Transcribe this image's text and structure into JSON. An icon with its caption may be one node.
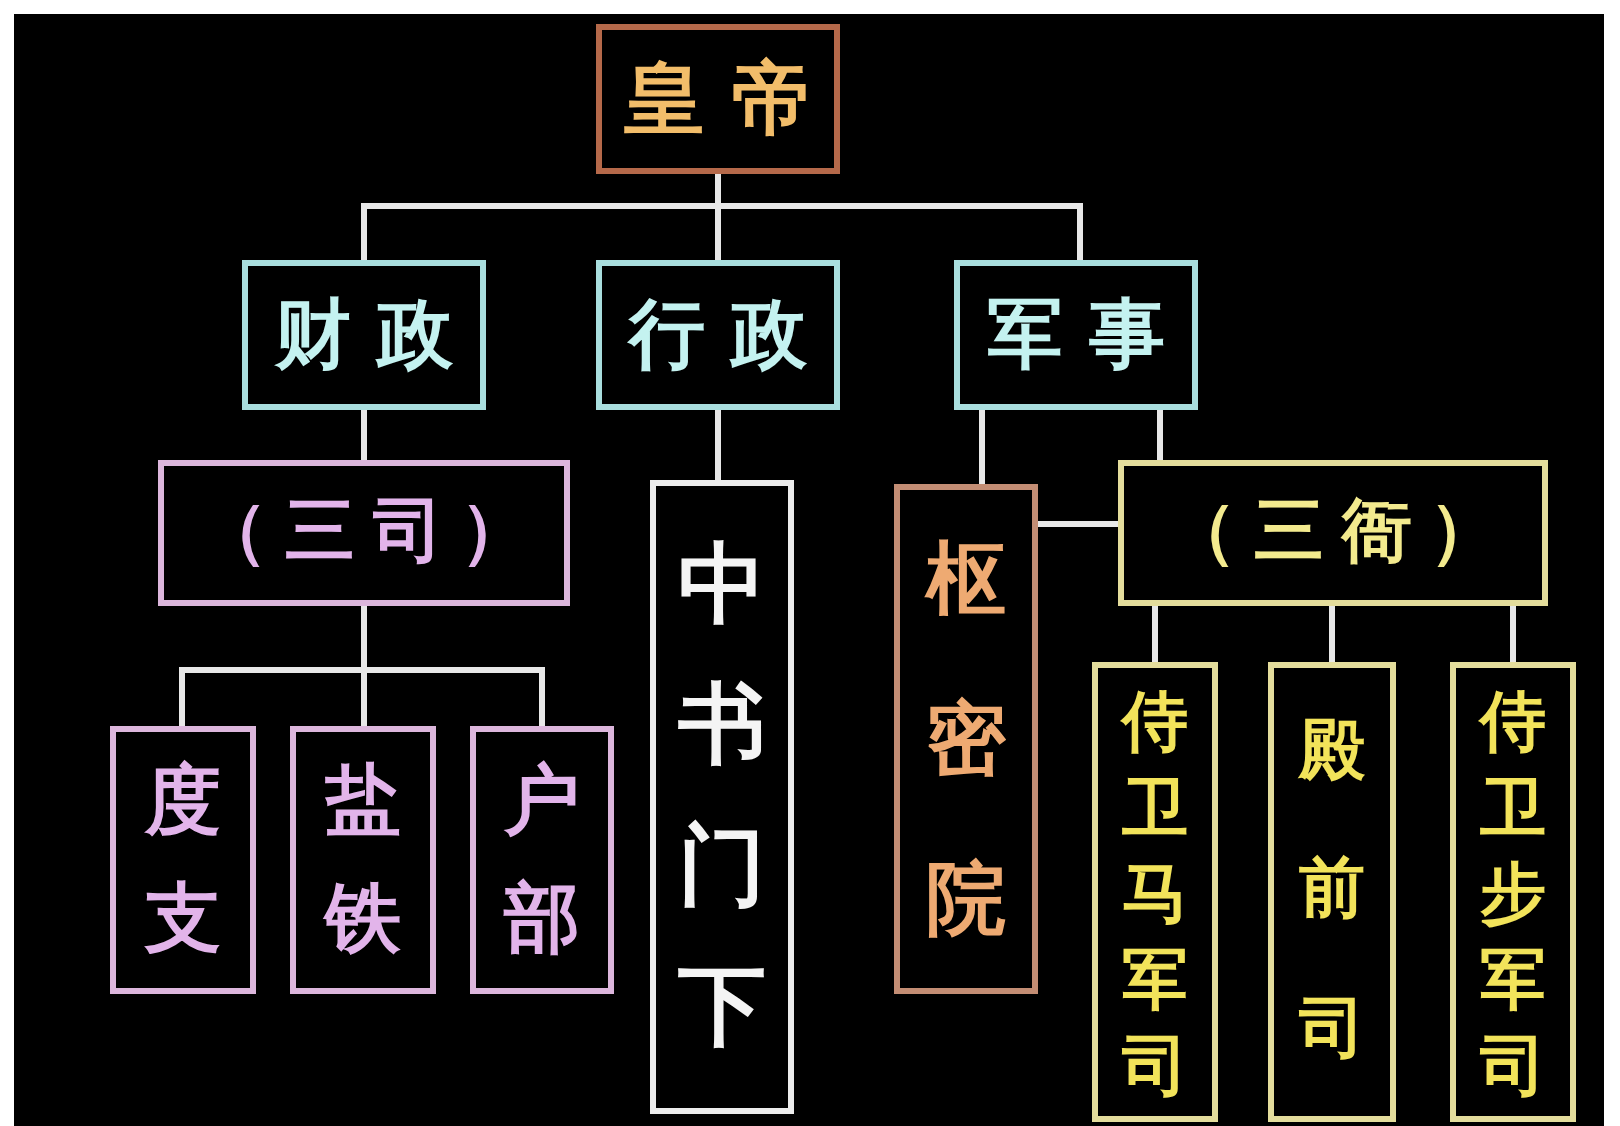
{
  "diagram": {
    "nodes": [
      {
        "text": [
          "皇帝"
        ]
      },
      {
        "text": [
          "财政"
        ]
      },
      {
        "text": [
          "行政"
        ]
      },
      {
        "text": [
          "军事"
        ]
      },
      {
        "text": [
          "（三司）"
        ]
      },
      {
        "text": [
          "中书门下"
        ]
      },
      {
        "text": [
          "枢密院"
        ]
      },
      {
        "text": [
          "（三衙）"
        ]
      },
      {
        "text": [
          "度支"
        ]
      },
      {
        "text": [
          "盐铁"
        ]
      },
      {
        "text": [
          "户部"
        ]
      },
      {
        "text": [
          "侍卫马军司"
        ]
      },
      {
        "text": [
          "殿前司"
        ]
      },
      {
        "text": [
          "侍卫步军司"
        ]
      }
    ],
    "edges": [
      {
        "from": 0,
        "to": 1,
        "arrow": "none"
      },
      {
        "from": 0,
        "to": 2,
        "arrow": "none"
      },
      {
        "from": 0,
        "to": 3,
        "arrow": "none"
      },
      {
        "from": 1,
        "to": 4,
        "arrow": "none"
      },
      {
        "from": 4,
        "to": 8,
        "arrow": "none"
      },
      {
        "from": 4,
        "to": 9,
        "arrow": "none"
      },
      {
        "from": 4,
        "to": 10,
        "arrow": "none"
      },
      {
        "from": 2,
        "to": 5,
        "arrow": "none"
      },
      {
        "from": 3,
        "to": 6,
        "arrow": "none"
      },
      {
        "from": 3,
        "to": 7,
        "arrow": "none"
      },
      {
        "from": 6,
        "to": 7,
        "arrow": "none"
      },
      {
        "from": 7,
        "to": 11,
        "arrow": "none"
      },
      {
        "from": 7,
        "to": 12,
        "arrow": "none"
      },
      {
        "from": 7,
        "to": 13,
        "arrow": "none"
      }
    ]
  }
}
